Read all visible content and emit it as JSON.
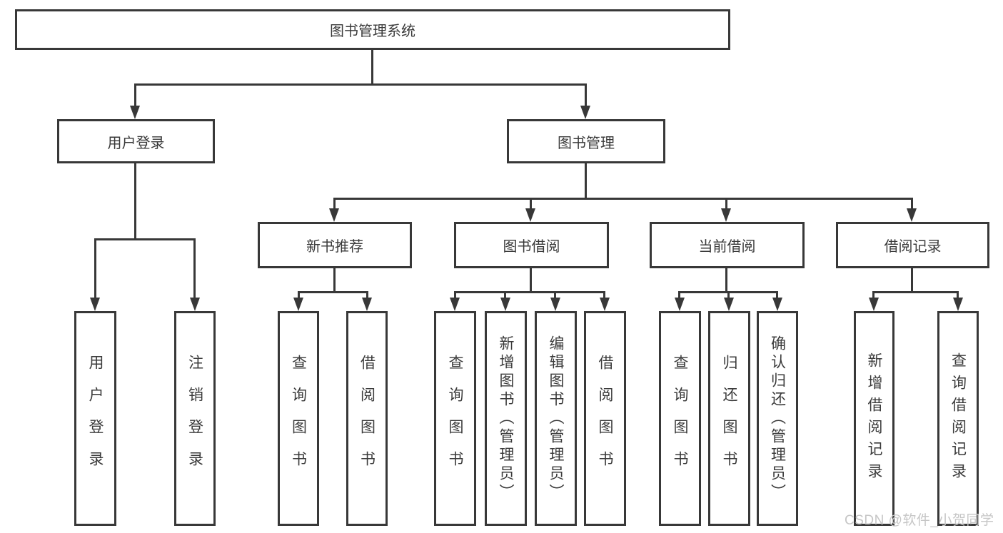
{
  "tree": {
    "root": {
      "label": "图书管理系统",
      "children": [
        {
          "label": "用户登录",
          "children": [
            {
              "label": "用户登录"
            },
            {
              "label": "注销登录"
            }
          ]
        },
        {
          "label": "图书管理",
          "children": [
            {
              "label": "新书推荐",
              "children": [
                {
                  "label": "查询图书"
                },
                {
                  "label": "借阅图书"
                }
              ]
            },
            {
              "label": "图书借阅",
              "children": [
                {
                  "label": "查询图书"
                },
                {
                  "label": "新增图书（管理员）"
                },
                {
                  "label": "编辑图书（管理员）"
                },
                {
                  "label": "借阅图书"
                }
              ]
            },
            {
              "label": "当前借阅",
              "children": [
                {
                  "label": "查询图书"
                },
                {
                  "label": "归还图书"
                },
                {
                  "label": "确认归还（管理员）"
                }
              ]
            },
            {
              "label": "借阅记录",
              "children": [
                {
                  "label": "新增借阅记录"
                },
                {
                  "label": "查询借阅记录"
                }
              ]
            }
          ]
        }
      ]
    }
  },
  "watermark": "CSDN @软件_小贺同学",
  "colors": {
    "line": "#383838",
    "text": "#3a3a3a",
    "watermark": "#c6c6c6",
    "background": "#ffffff"
  }
}
